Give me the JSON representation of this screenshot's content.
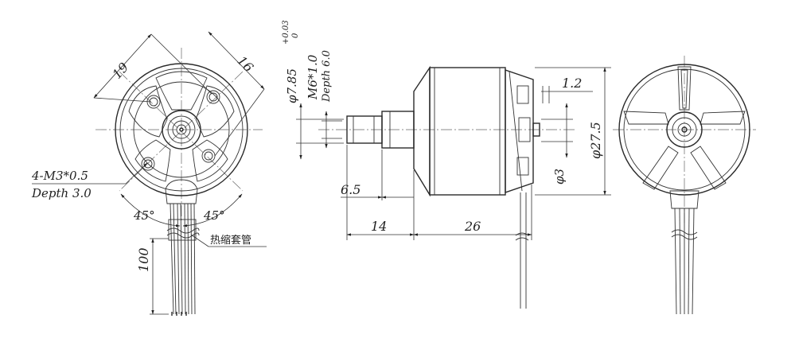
{
  "front_view": {
    "dim_hole_spacing_a": "19",
    "dim_hole_spacing_b": "16",
    "thread_spec": "4-M3*0.5",
    "thread_depth": "Depth 3.0",
    "angle_left": "45°",
    "angle_right": "45°",
    "lead_length": "100",
    "heat_shrink_label": "热缩套管"
  },
  "side_view": {
    "shaft_diameter_prefix": "φ7.85",
    "shaft_tolerance_upper": "+0.03",
    "shaft_tolerance_lower": "0",
    "shaft_thread": "M6*1.0",
    "shaft_thread_depth": "Depth 6.0",
    "dim_1_2": "1.2",
    "dim_diameter_27_5": "φ27.5",
    "dim_diameter_3": "φ3",
    "dim_6_5": "6.5",
    "dim_14": "14",
    "dim_26": "26"
  }
}
